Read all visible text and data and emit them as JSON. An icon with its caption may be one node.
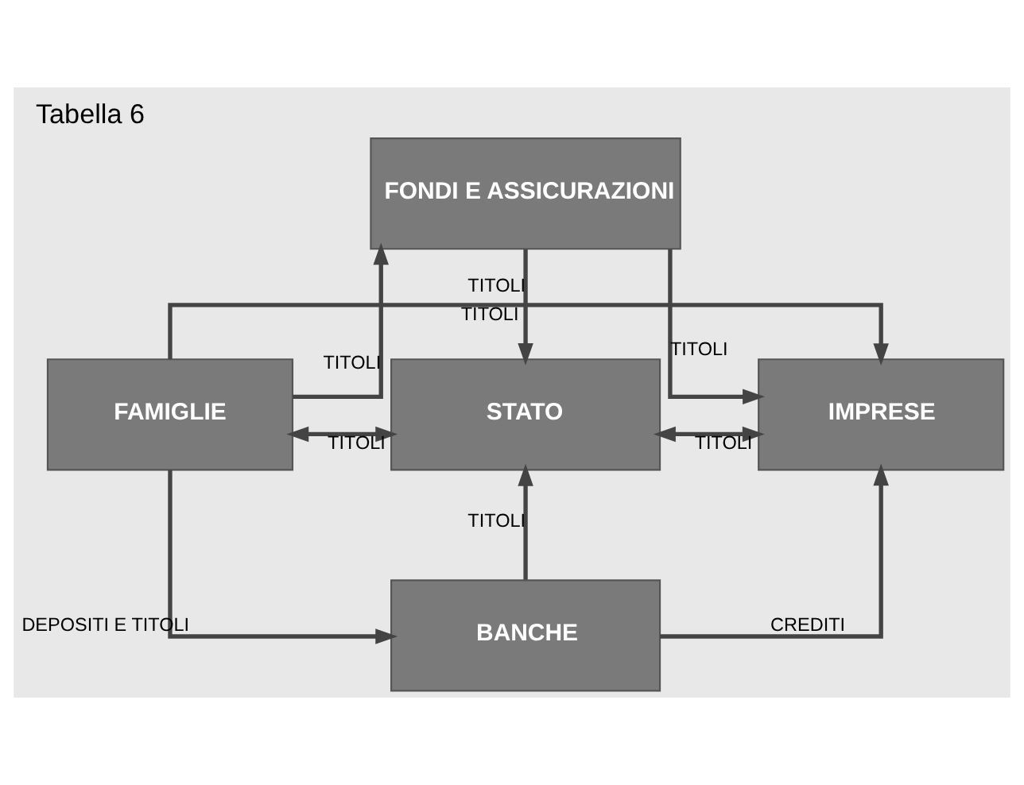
{
  "diagram": {
    "title": "Tabella 6",
    "nodes": [
      {
        "text": [
          "FONDI E ASSICURAZIONI"
        ]
      },
      {
        "text": [
          "FAMIGLIE"
        ]
      },
      {
        "text": [
          "STATO"
        ]
      },
      {
        "text": [
          "IMPRESE"
        ]
      },
      {
        "text": [
          "BANCHE"
        ]
      }
    ],
    "edges": [
      {
        "from": 1,
        "to": 0,
        "arrow": "to",
        "label": "TITOLI"
      },
      {
        "from": 0,
        "to": 3,
        "arrow": "to",
        "label": "TITOLI"
      },
      {
        "from": 0,
        "to": 2,
        "arrow": "to",
        "label": "TITOLI"
      },
      {
        "from": 1,
        "to": 2,
        "arrow": "both",
        "label": "TITOLI"
      },
      {
        "from": 2,
        "to": 3,
        "arrow": "both",
        "label": "TITOLI"
      },
      {
        "from": 4,
        "to": 2,
        "arrow": "to",
        "label": "TITOLI"
      },
      {
        "from": 1,
        "to": 4,
        "arrow": "to",
        "label": "DEPOSITI E TITOLI"
      },
      {
        "from": 4,
        "to": 3,
        "arrow": "to",
        "label": "CREDITI"
      },
      {
        "from": 1,
        "to": 3,
        "arrow": "to",
        "label": "TITOLI"
      }
    ]
  }
}
